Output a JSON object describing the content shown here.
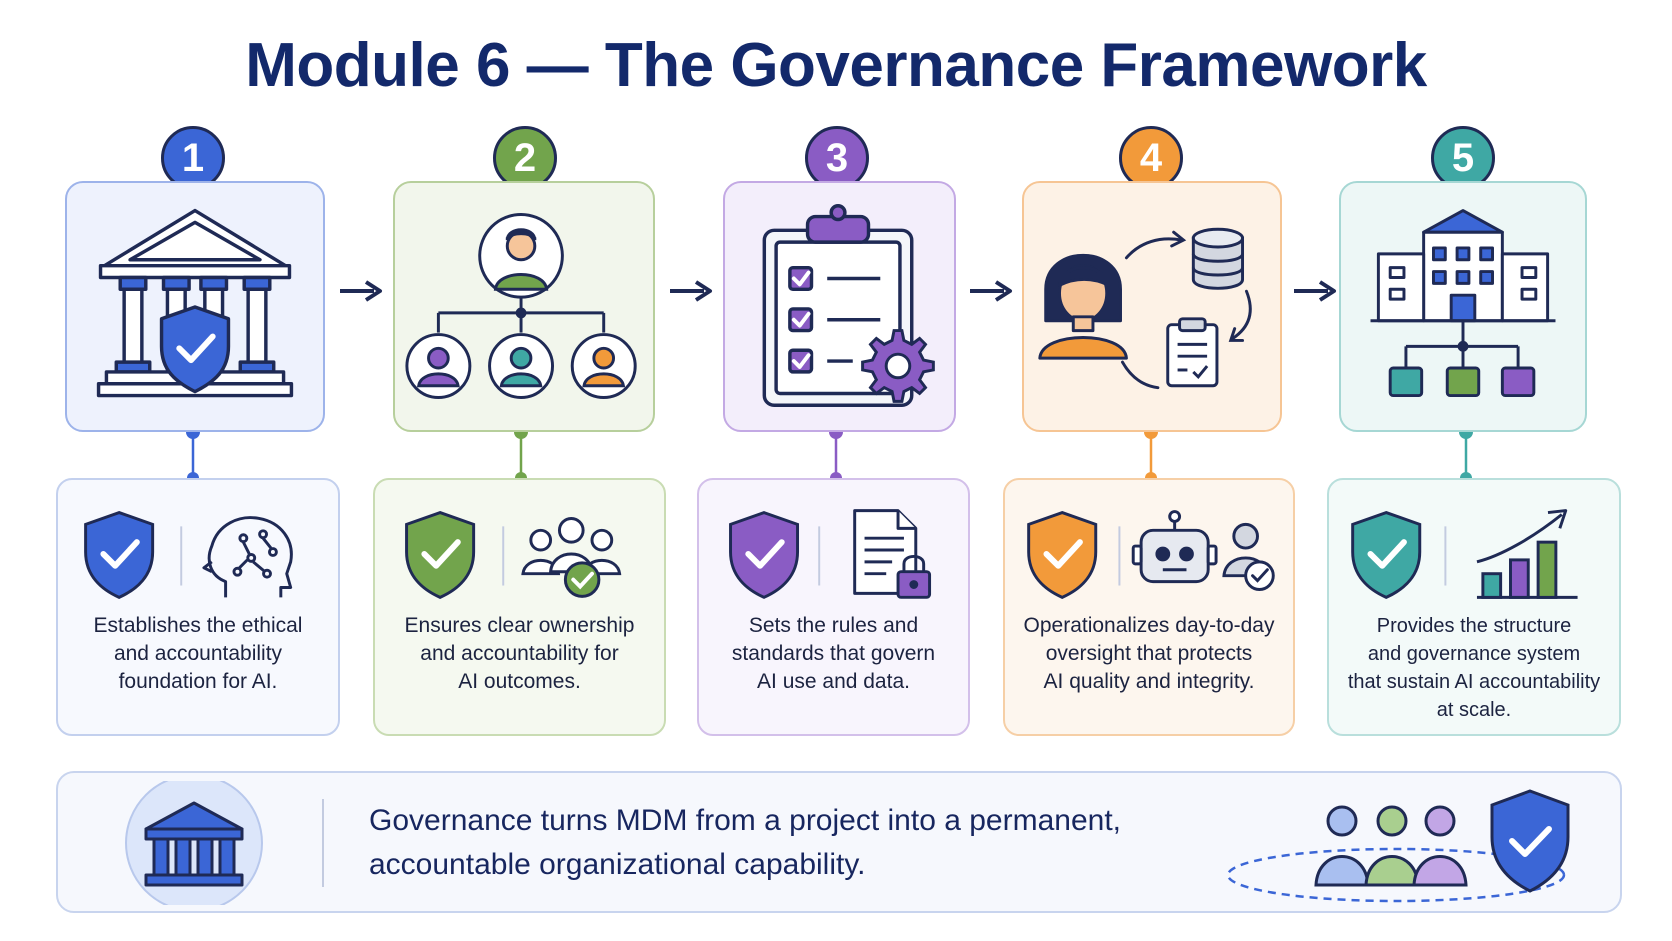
{
  "title": "Module 6 — The Governance Framework",
  "steps": [
    {
      "number": "1",
      "color": "#3b66d6",
      "desc_lines": [
        "Establishes the ethical",
        "and accountability",
        "foundation for AI."
      ]
    },
    {
      "number": "2",
      "color": "#72a44c",
      "desc_lines": [
        "Ensures clear ownership",
        "and accountability for",
        "AI outcomes."
      ]
    },
    {
      "number": "3",
      "color": "#8a5cc4",
      "desc_lines": [
        "Sets the rules and",
        "standards that govern",
        "AI use and data."
      ]
    },
    {
      "number": "4",
      "color": "#f29a3a",
      "desc_lines": [
        "Operationalizes day-to-day",
        "oversight that protects",
        "AI quality and integrity."
      ]
    },
    {
      "number": "5",
      "color": "#3fa8a4",
      "desc_lines": [
        "Provides the structure",
        "and governance system",
        "that sustain AI accountability",
        "at scale."
      ]
    }
  ],
  "banner": {
    "lines": [
      "Governance turns MDM from a project into a permanent,",
      "accountable organizational capability."
    ]
  },
  "icons": {
    "card1": "government-building-shield-icon",
    "card2": "org-chart-people-icon",
    "card3": "checklist-gear-icon",
    "card4": "person-data-workflow-icon",
    "card5": "organization-structure-icon",
    "desc1": [
      "shield-check-icon",
      "ai-brain-head-icon"
    ],
    "desc2": [
      "shield-check-icon",
      "team-check-icon"
    ],
    "desc3": [
      "shield-check-icon",
      "document-lock-icon"
    ],
    "desc4": [
      "shield-check-icon",
      "robot-user-check-icon"
    ],
    "desc5": [
      "shield-check-icon",
      "growth-chart-icon"
    ],
    "banner": [
      "building-icon",
      "people-shield-icon"
    ]
  }
}
